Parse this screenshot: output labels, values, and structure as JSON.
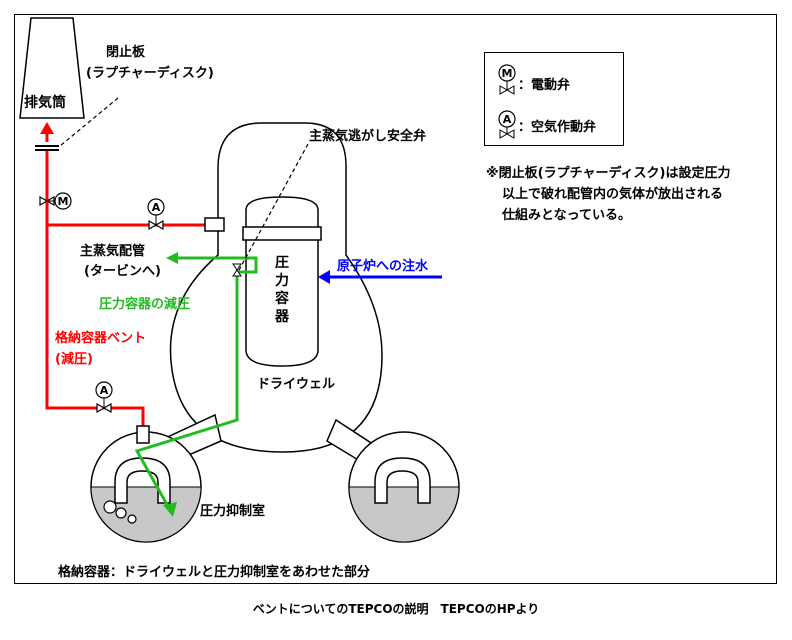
{
  "labels": {
    "exhaust_stack": "排気筒",
    "rupture_disk_title": "閉止板",
    "rupture_disk_sub": "(ラプチャーディスク)",
    "main_steam_safety_valve": "主蒸気逃がし安全弁",
    "main_steam_pipe": "主蒸気配管",
    "main_steam_pipe_sub": "(タービンへ)",
    "pressure_vessel_depressurization": "圧力容器の減圧",
    "containment_vent": "格納容器ベント",
    "containment_vent_sub": "(減圧)",
    "pressure_vessel": "圧力容器",
    "reactor_water_injection": "原子炉への注水",
    "drywell": "ドライウェル",
    "suppression_chamber": "圧力抑制室",
    "containment_definition": "格納容器：ドライウェルと圧力抑制室をあわせた部分"
  },
  "legend": {
    "motor_symbol": "M",
    "motor_label": "：電動弁",
    "air_symbol": "A",
    "air_label": "：空気作動弁"
  },
  "valve_letters": {
    "motor": "M",
    "air": "A"
  },
  "note": {
    "line1": "※閉止板(ラプチャーディスク)は設定圧力",
    "line2": "以上で破れ配管内の気体が放出される",
    "line3": "仕組みとなっている。"
  },
  "caption": "ベントについてのTEPCOの説明　TEPCOのHPより",
  "colors": {
    "vent_line": "#ff0000",
    "depressurization_line": "#22bb22",
    "injection_line": "#0000ff",
    "water": "#c8c8c8",
    "outline": "#000000"
  }
}
